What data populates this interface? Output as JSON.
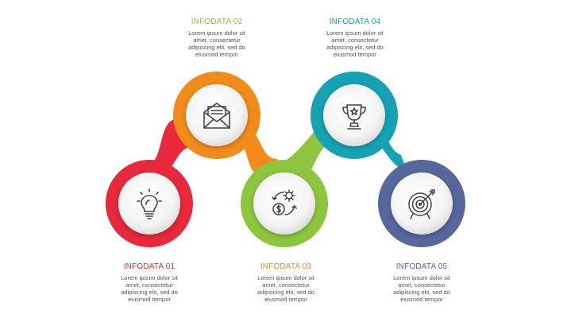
{
  "steps": [
    {
      "title": "INFODATA  01",
      "color": "#e8283b",
      "icon": "lightbulb-icon",
      "lines": [
        "Lorem ipsum dolor sit",
        "amet, consectetur",
        "adipiscing elit, sed do",
        "eiusmod tempor"
      ]
    },
    {
      "title": "INFODATA  02",
      "color": "#f18b1c",
      "icon": "envelope-icon",
      "lines": [
        "Lorem ipsum dolor sit",
        "amet, consectetur",
        "adipiscing elit, sed do",
        "eiusmod tempor"
      ]
    },
    {
      "title": "INFODATA  03",
      "color": "#8cc63f",
      "icon": "money-cycle-icon",
      "lines": [
        "Lorem ipsum dolor sit",
        "amet, consectetur",
        "adipiscing elit, sed do",
        "eiusmod tempor"
      ]
    },
    {
      "title": "INFODATA  04",
      "color": "#16a2b3",
      "icon": "trophy-icon",
      "lines": [
        "Lorem ipsum dolor sit",
        "amet, consectetur",
        "adipiscing elit, sed do",
        "eiusmod tempor"
      ]
    },
    {
      "title": "INFODATA  05",
      "color": "#55679c",
      "icon": "target-icon",
      "lines": [
        "Lorem ipsum dolor sit",
        "amet, consectetur",
        "adipiscing elit, sed do",
        "eiusmod tempor"
      ]
    }
  ]
}
